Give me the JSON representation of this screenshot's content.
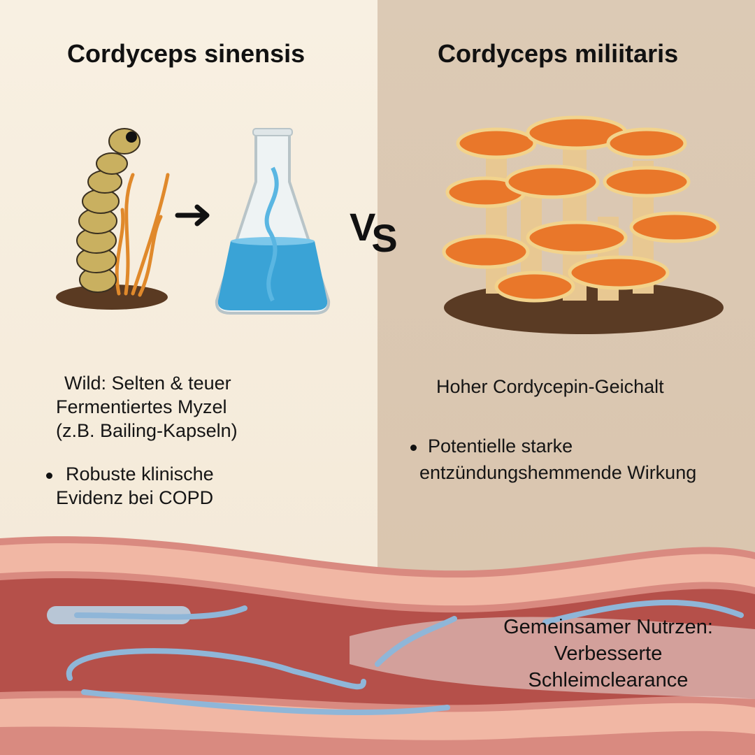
{
  "left": {
    "title": "Cordyceps sinensis",
    "lines": [
      "Wild: Selten & teuer",
      "Fermentiertes Myzel",
      "(z.B. Bailing-Kapseln)"
    ],
    "bullet": [
      "Robuste klinische",
      "Evidenz bei COPD"
    ]
  },
  "vs_label": [
    "V",
    "S"
  ],
  "right": {
    "title": "Cordyceps miliitaris",
    "line": "Hoher Cordycepin-Geichalt",
    "bullet": [
      "Potentielle starke",
      "entzündungshemmende Wirkung"
    ]
  },
  "benefit": [
    "Gemeinsamer Nutrzen:",
    "Verbesserte",
    "Schleimclearance"
  ],
  "colors": {
    "left_bg": "#f6eddd",
    "right_bg": "#dcc8b2",
    "mushroom": "#e9772a",
    "liquid": "#3aa3d6",
    "tissue": "#d98a80"
  }
}
